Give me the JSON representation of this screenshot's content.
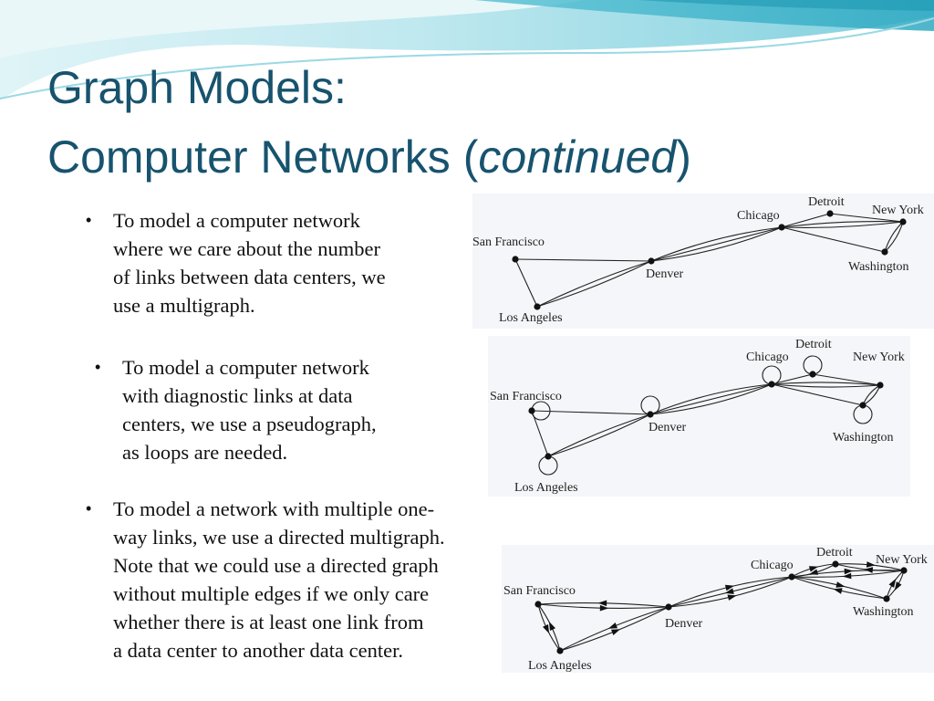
{
  "title": {
    "line1": "Graph Models:",
    "line2_prefix": "Computer Networks (",
    "line2_italic": "continued",
    "line2_suffix": ")"
  },
  "bullets": [
    {
      "lines": [
        "To model  a computer network",
        "where we care about the number",
        "of links between data centers, we",
        "use a multigraph."
      ]
    },
    {
      "lines": [
        "To model a computer network",
        "with diagnostic links at data",
        "centers, we use a pseudograph,",
        "as loops are needed."
      ]
    },
    {
      "lines": [
        "To model a network with multiple one-",
        "way links, we use a directed multigraph.",
        "Note that we could use a directed graph",
        "without multiple edges if we only care",
        "whether there is at least one link from",
        "a data center to another data center."
      ]
    }
  ],
  "graphs": {
    "nodes": [
      "San Francisco",
      "Los Angeles",
      "Denver",
      "Chicago",
      "Detroit",
      "New York",
      "Washington"
    ],
    "multigraph": {
      "edges": [
        [
          "San Francisco",
          "Los Angeles",
          1
        ],
        [
          "San Francisco",
          "Denver",
          1
        ],
        [
          "Los Angeles",
          "Denver",
          2
        ],
        [
          "Denver",
          "Chicago",
          3
        ],
        [
          "Chicago",
          "Detroit",
          1
        ],
        [
          "Chicago",
          "New York",
          2
        ],
        [
          "Chicago",
          "Washington",
          1
        ],
        [
          "Detroit",
          "New York",
          1
        ],
        [
          "New York",
          "Washington",
          2
        ]
      ]
    },
    "pseudograph": {
      "loops": [
        "San Francisco",
        "Los Angeles",
        "Denver",
        "Chicago",
        "Detroit",
        "Washington"
      ],
      "edges": [
        [
          "San Francisco",
          "Los Angeles",
          1
        ],
        [
          "San Francisco",
          "Denver",
          1
        ],
        [
          "Los Angeles",
          "Denver",
          2
        ],
        [
          "Denver",
          "Chicago",
          3
        ],
        [
          "Chicago",
          "Detroit",
          1
        ],
        [
          "Chicago",
          "New York",
          2
        ],
        [
          "Chicago",
          "Washington",
          1
        ],
        [
          "Detroit",
          "New York",
          1
        ],
        [
          "New York",
          "Washington",
          2
        ]
      ]
    },
    "directed_multigraph": {
      "arcs": [
        [
          "San Francisco",
          "Los Angeles"
        ],
        [
          "Los Angeles",
          "San Francisco"
        ],
        [
          "San Francisco",
          "Denver"
        ],
        [
          "Denver",
          "San Francisco"
        ],
        [
          "Los Angeles",
          "Denver"
        ],
        [
          "Denver",
          "Los Angeles"
        ],
        [
          "Denver",
          "Chicago"
        ],
        [
          "Chicago",
          "Denver"
        ],
        [
          "Denver",
          "Chicago"
        ],
        [
          "Chicago",
          "Detroit"
        ],
        [
          "Detroit",
          "Chicago"
        ],
        [
          "Chicago",
          "New York"
        ],
        [
          "New York",
          "Chicago"
        ],
        [
          "Chicago",
          "Washington"
        ],
        [
          "Washington",
          "Chicago"
        ],
        [
          "Detroit",
          "New York"
        ],
        [
          "New York",
          "Detroit"
        ],
        [
          "New York",
          "Washington"
        ],
        [
          "Washington",
          "New York"
        ]
      ]
    }
  },
  "colors": {
    "title": "#17536e",
    "swoosh_light": "#cfeef3",
    "swoosh_mid": "#7fd0de",
    "swoosh_dark": "#2fa9c2"
  }
}
